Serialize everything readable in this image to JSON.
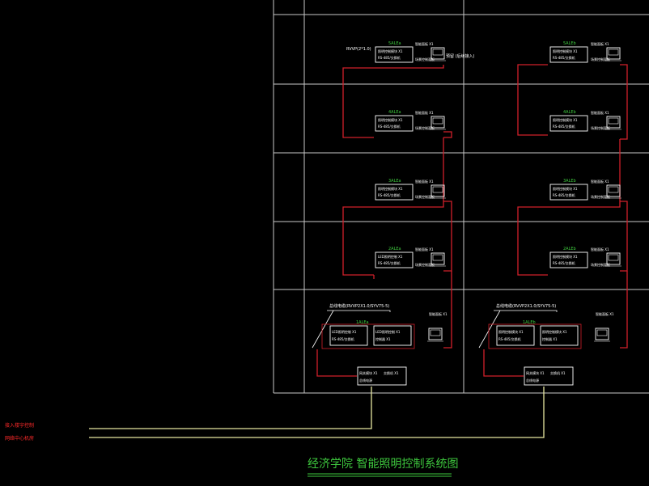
{
  "title": "经济学院  智能照明控制系统图",
  "legend_left": [
    "接入楼宇控制",
    "网络中心机房"
  ],
  "left_column": {
    "top_note": "RVVP(2*1.0)",
    "top_side_note": "预留 (后续接入)",
    "floors": [
      {
        "floor": "5ALEa",
        "device": [
          "照明控制模块 X1",
          "RS-485/交换机"
        ],
        "panel_label": [
          "智能面板 X1",
          "场景控制面板"
        ]
      },
      {
        "floor": "4ALEa",
        "device": [
          "照明控制模块 X1",
          "RS-485/交换机"
        ],
        "panel_label": [
          "智能面板 X1",
          "场景控制面板"
        ]
      },
      {
        "floor": "3ALEa",
        "device": [
          "照明控制模块 X1",
          "RS-485/交换机"
        ],
        "panel_label": [
          "智能面板 X1",
          "场景控制面板"
        ]
      },
      {
        "floor": "2ALEa",
        "device": [
          "LED照明控制 X1",
          "RS-485/交换机"
        ],
        "panel_label": [
          "智能面板 X1",
          "场景控制面板"
        ]
      }
    ],
    "bottom": {
      "cable_note": "总线电缆(RVVP2X1.0/SYV75-5)",
      "floor": "1ALEa",
      "device1": [
        "LED照明控制 X1",
        "RS-485/交换机"
      ],
      "device2": [
        "LED照明控制 X1",
        "控制器 X1"
      ],
      "panel_label": "智能面板 X1",
      "gateway": [
        "网关模块 X1",
        "交换机 X1",
        "总线电源"
      ]
    }
  },
  "right_column": {
    "floors": [
      {
        "floor": "5ALEb",
        "device": [
          "照明控制模块 X1",
          "RS-485/交换机"
        ],
        "panel_label": [
          "智能面板 X1",
          "场景控制面板"
        ]
      },
      {
        "floor": "4ALEb",
        "device": [
          "照明控制模块 X1",
          "RS-485/交换机"
        ],
        "panel_label": [
          "智能面板 X1",
          "场景控制面板"
        ]
      },
      {
        "floor": "3ALEb",
        "device": [
          "照明控制模块 X1",
          "RS-485/交换机"
        ],
        "panel_label": [
          "智能面板 X1",
          "场景控制面板"
        ]
      },
      {
        "floor": "2ALEb",
        "device": [
          "照明控制模块 X1",
          "RS-485/交换机"
        ],
        "panel_label": [
          "智能面板 X1",
          "场景控制面板"
        ]
      }
    ],
    "bottom": {
      "cable_note": "总线电缆(RVVP2X1.0/SYV75-5)",
      "floor": "1ALEb",
      "device1": [
        "照明控制模块 X1",
        "RS-485/交换机"
      ],
      "device2": [
        "照明控制模块 X1",
        "控制器 X1"
      ],
      "panel_label": "智能面板 X1",
      "gateway": [
        "网关模块 X1",
        "交换机 X1",
        "总线电源"
      ]
    }
  },
  "colors": {
    "background": "#000000",
    "grid": "#c8c8c8",
    "bus": "#d0202a",
    "link": "#e6e6a0",
    "floor_label": "#3ec83e",
    "title": "#3ec83e",
    "legend": "#ff2a2a",
    "text": "#ffffff"
  }
}
